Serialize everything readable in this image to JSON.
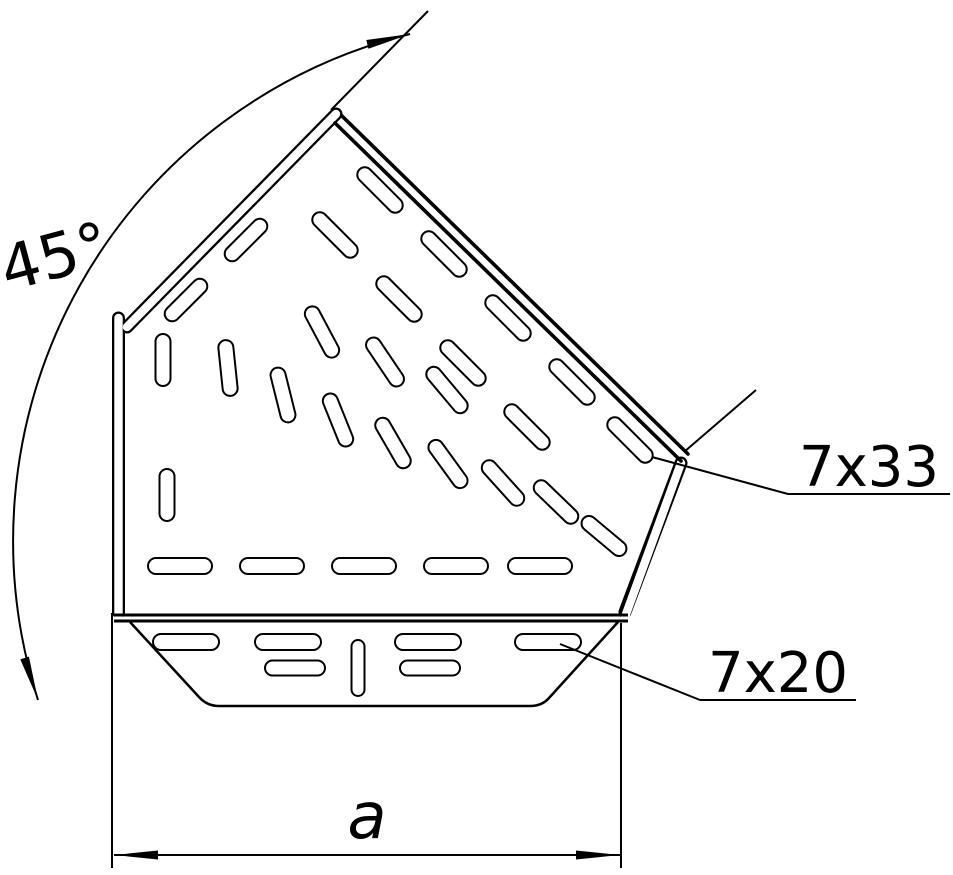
{
  "drawing": {
    "colors": {
      "line": "#000000",
      "background": "#ffffff"
    },
    "labels": {
      "angle": "45°",
      "side_slot": "7x33",
      "bottom_slot": "7x20",
      "width": "a"
    },
    "slots": [
      [
        380,
        190,
        58,
        45
      ],
      [
        444,
        254,
        58,
        45
      ],
      [
        508,
        318,
        58,
        45
      ],
      [
        572,
        382,
        58,
        45
      ],
      [
        630,
        440,
        58,
        45
      ],
      [
        335,
        235,
        58,
        45
      ],
      [
        399,
        299,
        58,
        45
      ],
      [
        463,
        363,
        58,
        45
      ],
      [
        527,
        427,
        58,
        45
      ],
      [
        186,
        300,
        54,
        135
      ],
      [
        246,
        240,
        54,
        135
      ],
      [
        228,
        368,
        56,
        84
      ],
      [
        283,
        395,
        56,
        76
      ],
      [
        338,
        420,
        56,
        68
      ],
      [
        393,
        443,
        56,
        60
      ],
      [
        448,
        464,
        56,
        54
      ],
      [
        503,
        483,
        56,
        48
      ],
      [
        556,
        502,
        56,
        44
      ],
      [
        604,
        536,
        54,
        40
      ],
      [
        322,
        332,
        56,
        62
      ],
      [
        385,
        362,
        56,
        56
      ],
      [
        447,
        390,
        56,
        50
      ],
      [
        163,
        360,
        52,
        90
      ],
      [
        167,
        495,
        52,
        90
      ],
      [
        180,
        566,
        64,
        0,
        16
      ],
      [
        272,
        566,
        64,
        0,
        16
      ],
      [
        364,
        566,
        64,
        0,
        16
      ],
      [
        456,
        566,
        64,
        0,
        16
      ],
      [
        540,
        566,
        64,
        0,
        16
      ],
      [
        186,
        642,
        66,
        0,
        16
      ],
      [
        288,
        642,
        66,
        0,
        16
      ],
      [
        428,
        642,
        66,
        0,
        16
      ],
      [
        548,
        642,
        66,
        0,
        16
      ],
      [
        295,
        668,
        60,
        0,
        15
      ],
      [
        430,
        668,
        60,
        0,
        15
      ],
      [
        358,
        668,
        56,
        90,
        13
      ]
    ]
  }
}
